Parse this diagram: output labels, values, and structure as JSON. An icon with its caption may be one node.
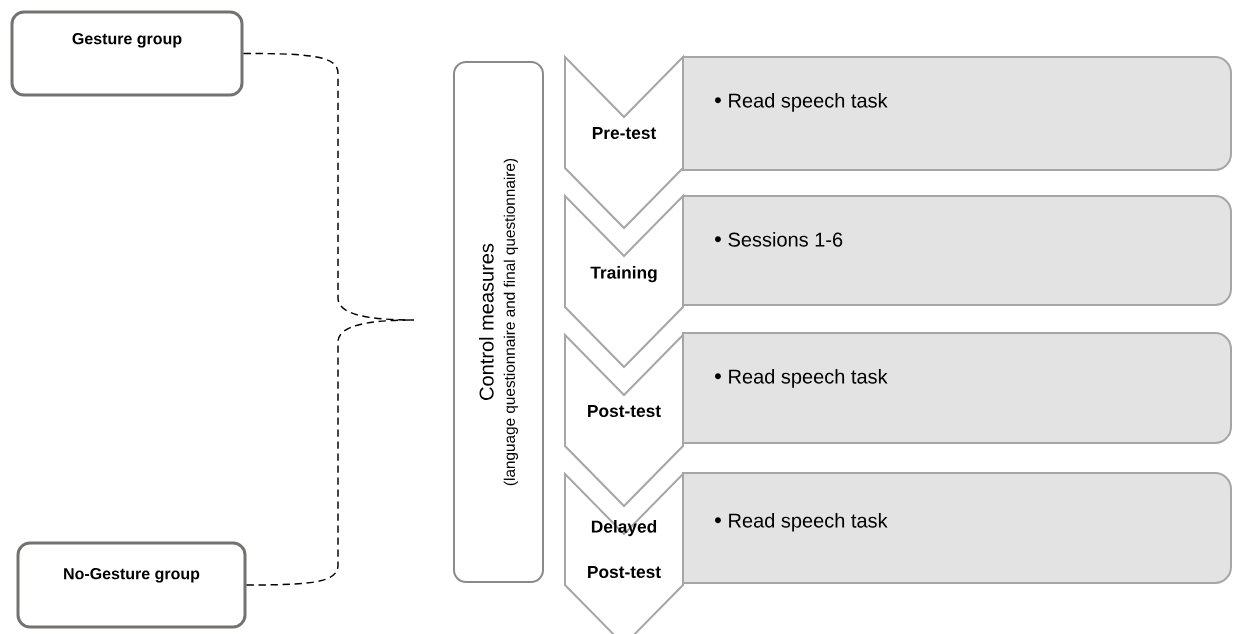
{
  "diagram": {
    "nodes": [
      {
        "text": [
          "Gesture group"
        ]
      },
      {
        "text": [
          "No-Gesture group"
        ]
      },
      {
        "text": [
          "Control measures",
          "(language questionnaire and final questionnaire)"
        ]
      },
      {
        "text": [
          "Pre-test"
        ]
      },
      {
        "text": [
          "Read speech task"
        ]
      },
      {
        "text": [
          "Training"
        ]
      },
      {
        "text": [
          "Sessions 1-6"
        ]
      },
      {
        "text": [
          "Post-test"
        ]
      },
      {
        "text": [
          "Read speech task"
        ]
      },
      {
        "text": [
          "Delayed Post-test"
        ]
      },
      {
        "text": [
          "Read speech task"
        ]
      }
    ],
    "edges": [
      {
        "from": 0,
        "to": null,
        "arrow": "none",
        "style": "dashed"
      },
      {
        "from": 1,
        "to": null,
        "arrow": "none",
        "style": "dashed"
      }
    ]
  }
}
